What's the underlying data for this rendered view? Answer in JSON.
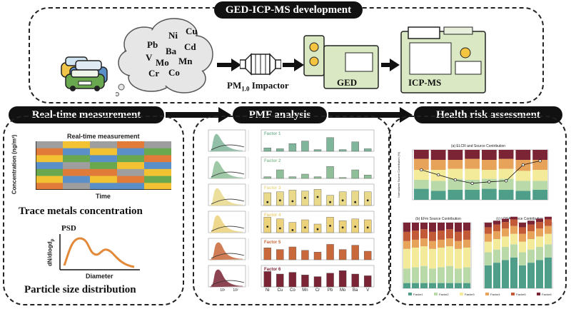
{
  "title": "GED-ICP-MS development",
  "top": {
    "elements": [
      "Ni",
      "Cu",
      "Pb",
      "Ba",
      "Cd",
      "V",
      "Mo",
      "Mn",
      "Cr",
      "Co"
    ],
    "impactor_label": "PM",
    "impactor_sub": "1.0",
    "impactor_suffix": " Impactor",
    "ged_label": "GED",
    "icpms_label": "ICP-MS"
  },
  "sections": {
    "realtime": "Real-time measurement",
    "pmf": "PMF analysis",
    "health": "Health risk assessment"
  },
  "left": {
    "heatmap_title": "Real-time measurement",
    "ylabel": "Concentration (ng/m³)",
    "xlabel": "Time",
    "caption1": "Trace metals concentration",
    "psd_title": "PSD",
    "psd_ylabel": "dN/dlogd",
    "psd_ylabel_sub": "p",
    "psd_xlabel": "Diameter",
    "caption2": "Particle size distribution",
    "heat_colors": [
      "#e07b39",
      "#f2c232",
      "#5b8fc7",
      "#6aa84f",
      "#9e9e9e"
    ]
  },
  "pmf": {
    "factors": [
      "Factor 1",
      "Factor 2",
      "Factor 3",
      "Factor 4",
      "Factor 5",
      "Factor 6"
    ],
    "factor_colors": [
      "#7fb59a",
      "#8fbf98",
      "#e9d98a",
      "#ecd27a",
      "#c9683a",
      "#7a2435"
    ],
    "elements": [
      "Ni",
      "Cu",
      "Co",
      "Mn",
      "Cr",
      "Pb",
      "Mo",
      "Ba",
      "V"
    ],
    "left_xticks": [
      "10¹",
      "10²"
    ]
  },
  "health": {
    "chart_a_title": "(a) ELCR and Source Contribution",
    "chart_b_title": "(b) EFm Source Contribution",
    "chart_c_title": "(c) LDSA Source Contribution",
    "ylabel_main": "Normalized Source Contribution (%)",
    "stack_colors": [
      "#4f9e8a",
      "#b9d9a8",
      "#f4eb9a",
      "#e8a35a",
      "#c25a37",
      "#7a2435"
    ],
    "legend": [
      "Factor1",
      "Factor2",
      "Factor3",
      "Factor4",
      "Factor5",
      "Factor6"
    ]
  },
  "colors": {
    "accent": "#111111",
    "cloud": "#e6e6e6"
  }
}
